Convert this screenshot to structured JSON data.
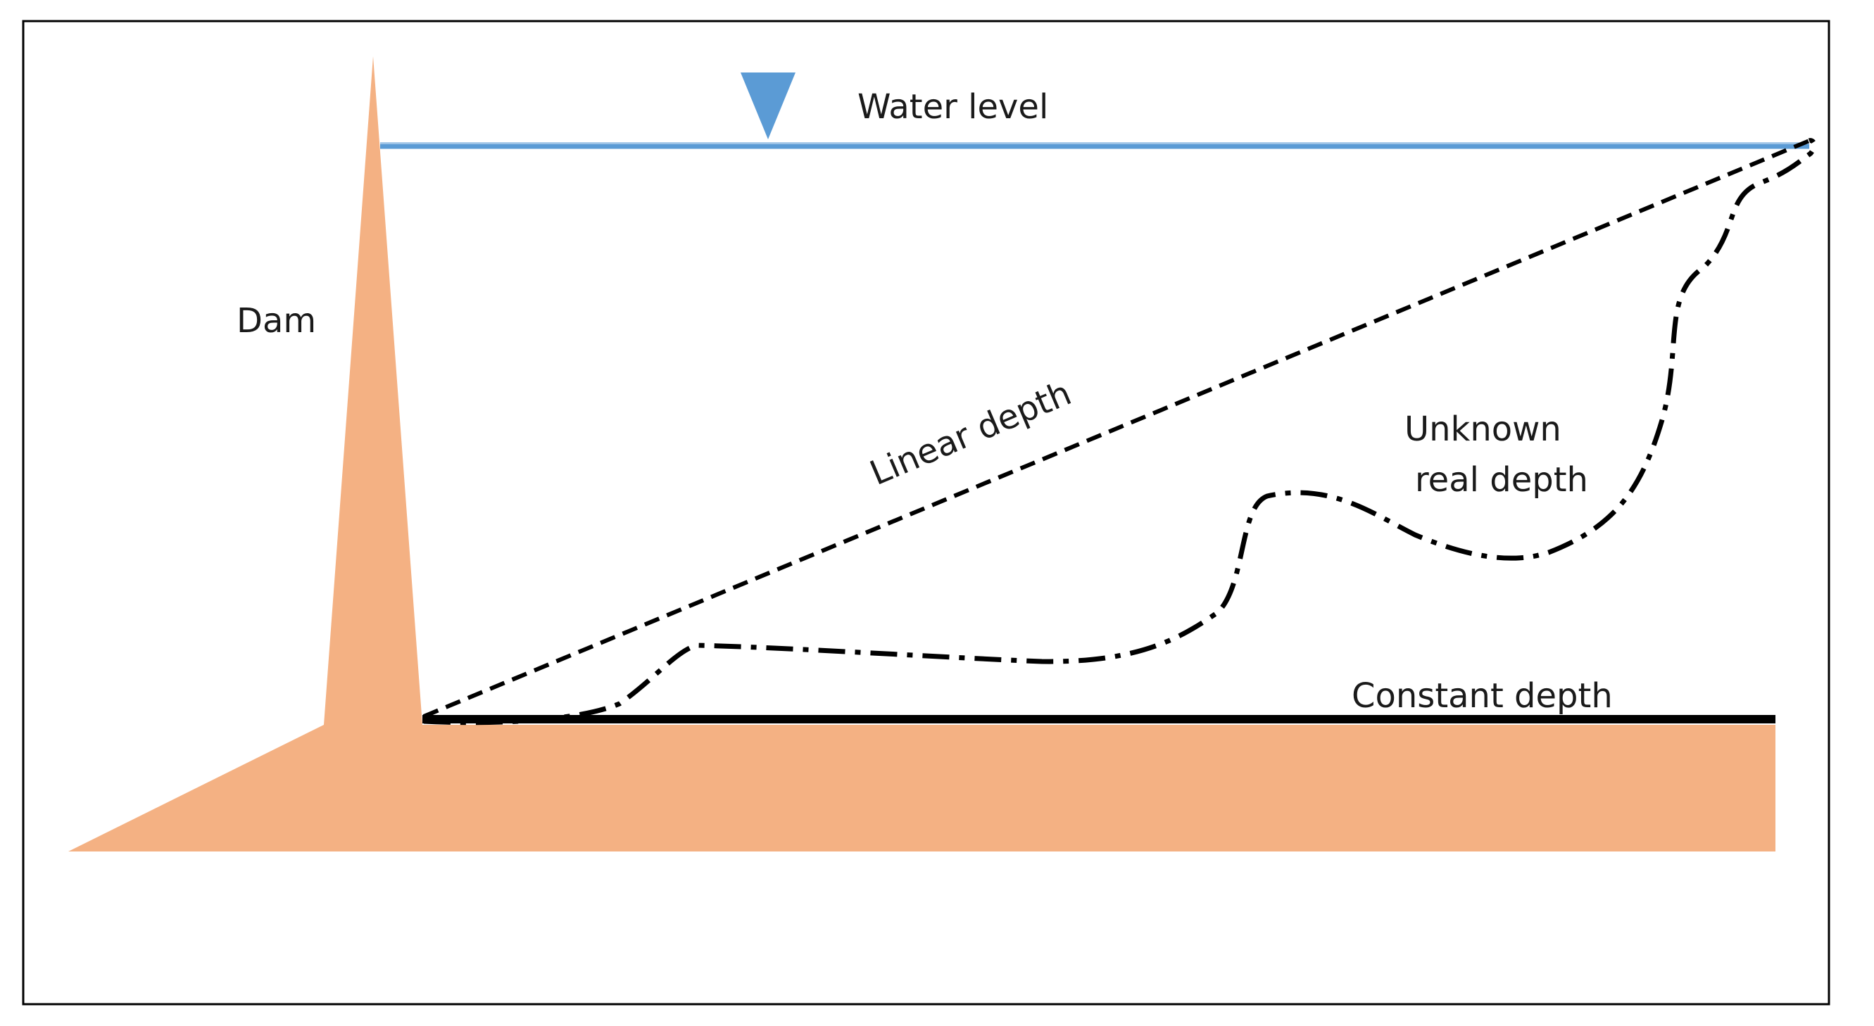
{
  "labels": {
    "water_level": "Water level",
    "dam": "Dam",
    "linear_depth": "Linear depth",
    "unknown_real_depth_line1": "Unknown",
    "unknown_real_depth_line2": "real depth",
    "constant_depth": "Constant depth"
  },
  "colors": {
    "earth": "#F4B183",
    "water": "#5B9BD5",
    "water_light": "#9DC3E6",
    "line": "#000000",
    "frame": "#000000"
  }
}
